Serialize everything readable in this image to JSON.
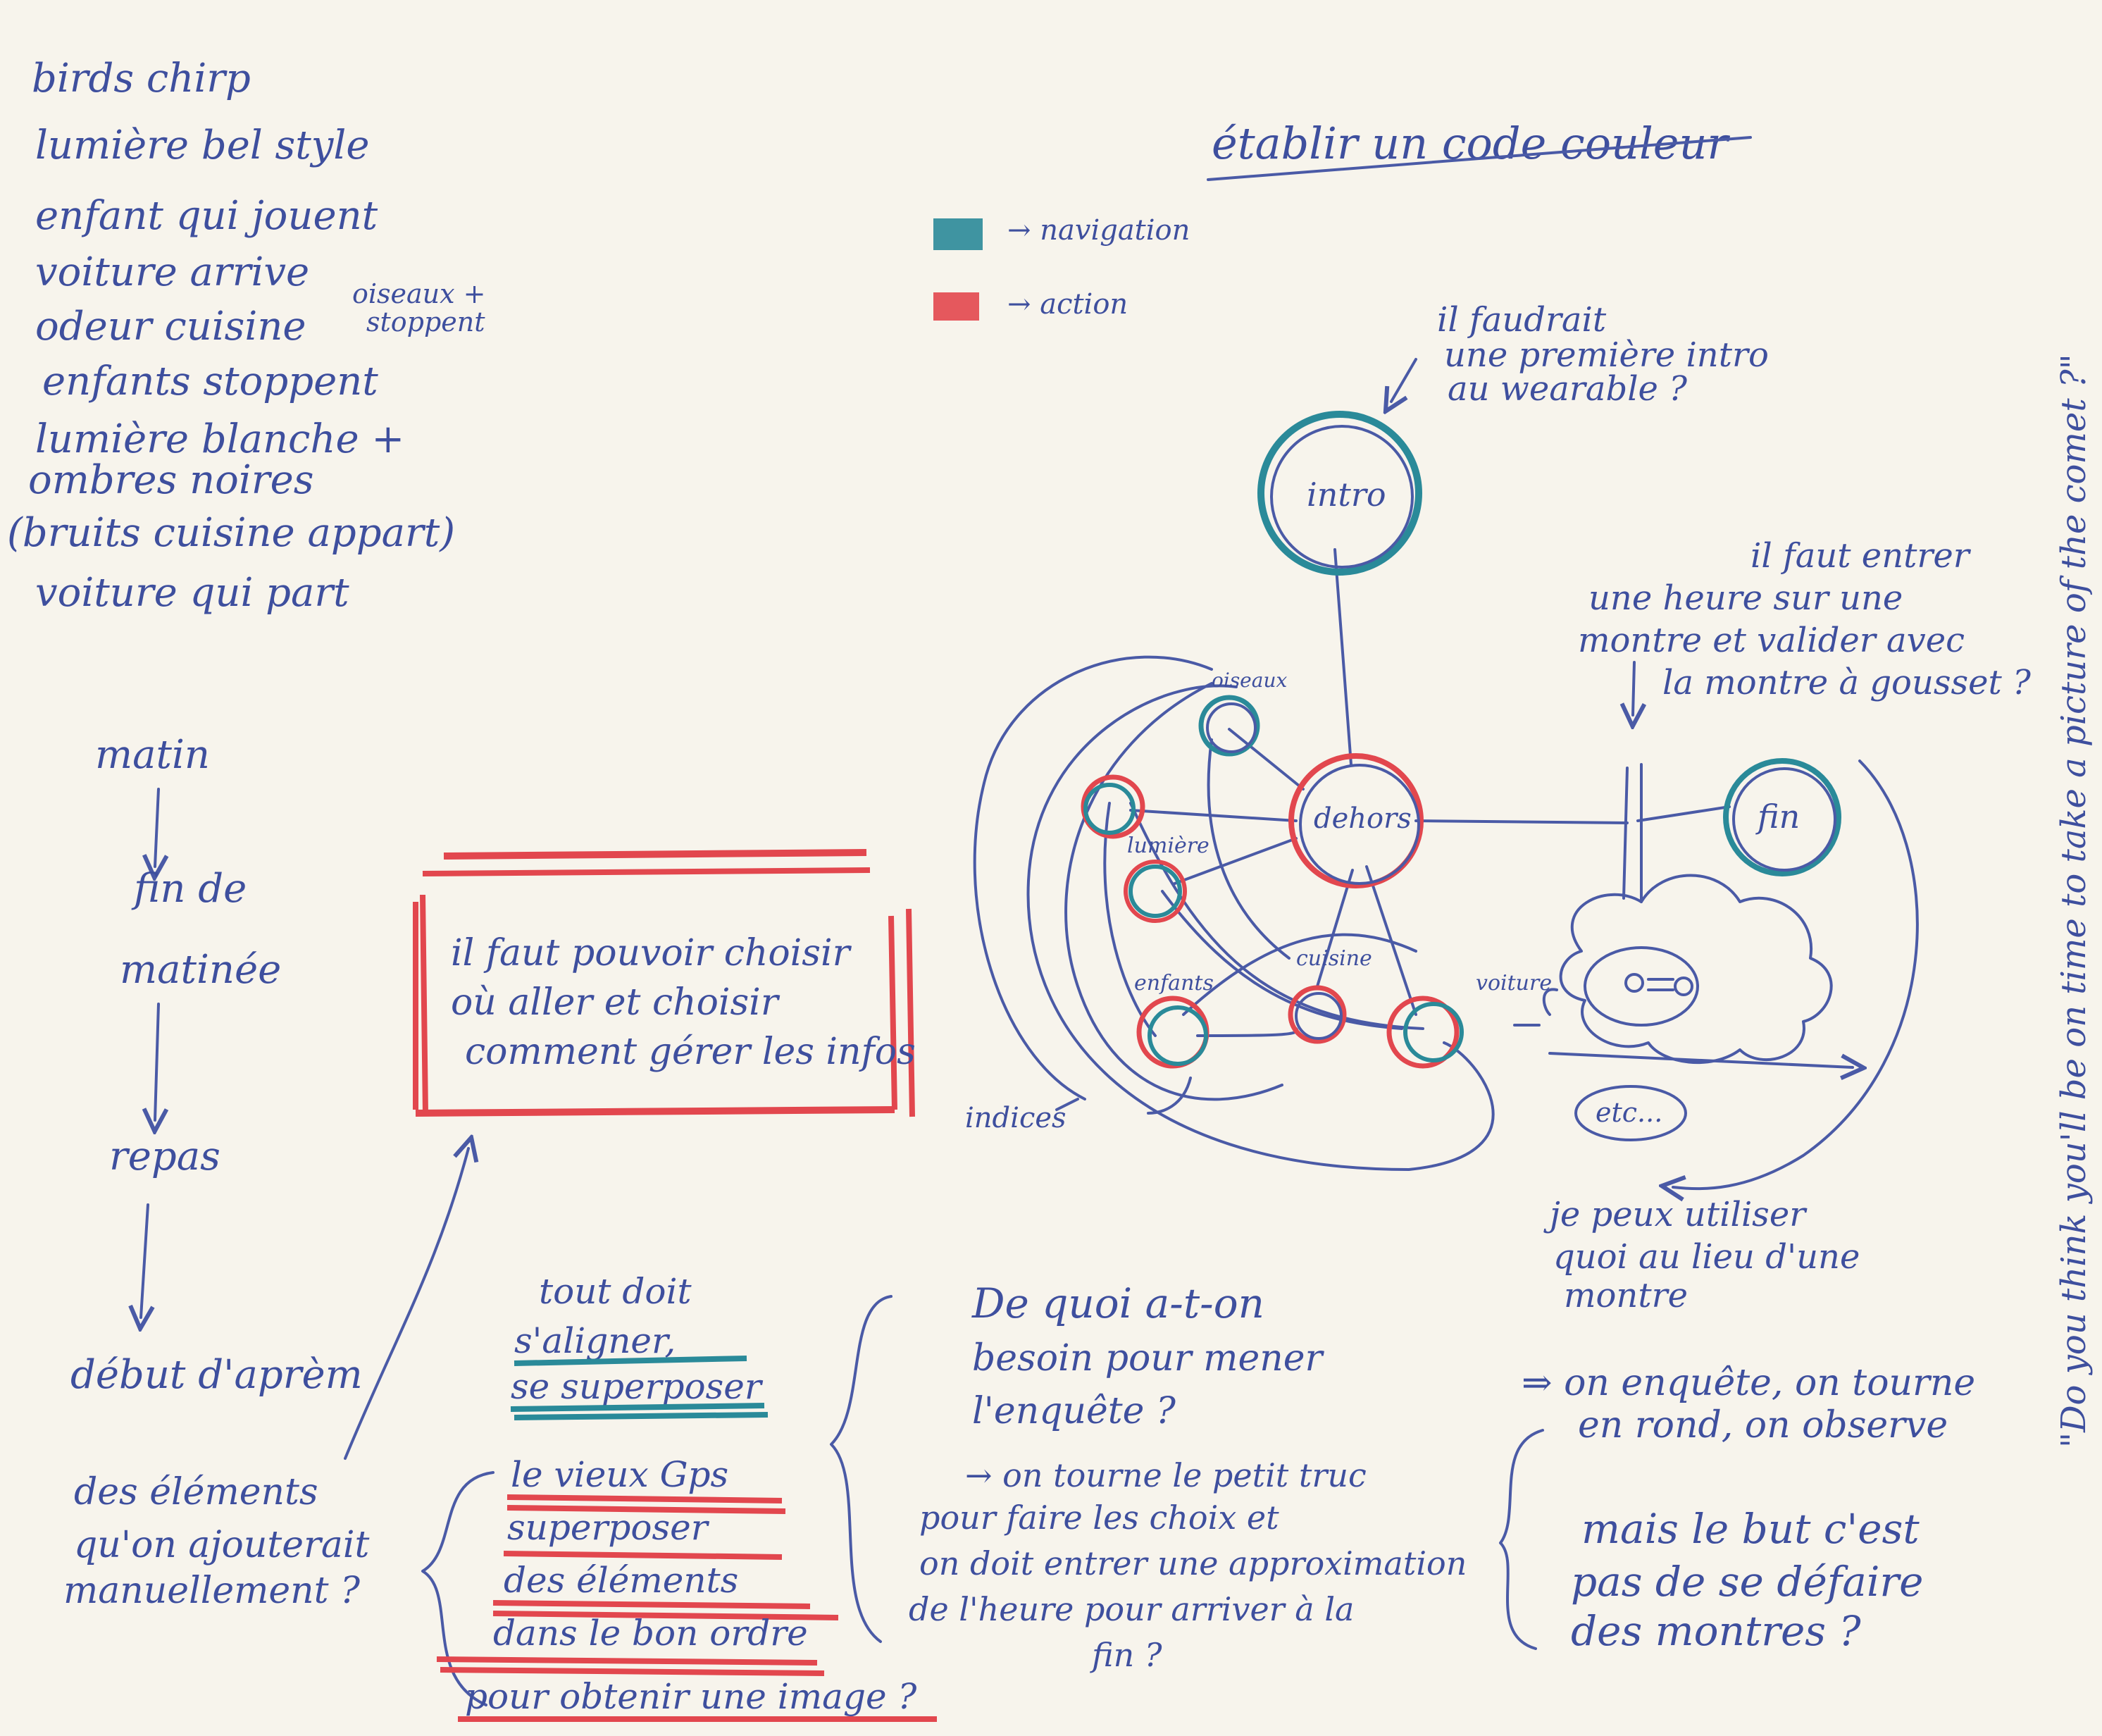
{
  "left_list": {
    "items": [
      "birds chirp",
      "lumière bel style",
      "enfant qui jouent",
      "voiture arrive",
      "odeur cuisine",
      "enfants stoppent",
      "lumière blanche +",
      "ombres noires",
      "(bruits cuisine appart)",
      "voiture qui part"
    ],
    "side_note_line1": "oiseaux +",
    "side_note_line2": "stoppent"
  },
  "timeline": {
    "steps": [
      "matin",
      "fin de",
      "matinée",
      "repas",
      "début d'aprèm"
    ]
  },
  "manual_note": {
    "lines": [
      "des éléments",
      "qu'on ajouterait",
      "manuellement ?"
    ]
  },
  "red_box": {
    "lines": [
      "il faut pouvoir choisir",
      "où aller et choisir",
      "comment gérer les infos"
    ]
  },
  "title": "établir un code couleur",
  "legend": [
    {
      "color": "#2a8a99",
      "label": "→ navigation"
    },
    {
      "color": "#e2474e",
      "label": "→ action"
    }
  ],
  "note_intro": {
    "lines": [
      "il faudrait",
      "une première intro",
      "au wearable ?"
    ]
  },
  "note_hour": {
    "lines": [
      "il faut entrer",
      "une heure sur une",
      "montre et valider avec",
      "la montre à gousset ?"
    ]
  },
  "nodes": {
    "intro": "intro",
    "dehors": "dehors",
    "fin": "fin",
    "oiseaux": "oiseaux",
    "lumiere": "lumière",
    "enfants": "enfants",
    "cuisine": "cuisine",
    "voiture": "voiture",
    "indices": "indices",
    "etc": "etc..."
  },
  "note_utiliser": {
    "lines": [
      "je peux utiliser",
      "quoi au lieu d'une",
      "montre"
    ]
  },
  "note_align": {
    "lines": [
      "tout doit",
      "s'aligner,",
      "se superposer"
    ]
  },
  "note_gps": {
    "lines": [
      "le vieux Gps",
      "superposer",
      "des éléments",
      "dans le bon ordre",
      "pour obtenir une image ?"
    ]
  },
  "note_besoin": {
    "lines": [
      "De quoi a-t-on",
      "besoin pour mener",
      "l'enquête ?",
      "→ on tourne le petit truc",
      "pour faire les choix et",
      "on doit entrer une approximation",
      "de l'heure pour arriver à la",
      "fin ?"
    ]
  },
  "note_enquete": {
    "lines": [
      "⇒ on enquête, on tourne",
      "en rond, on observe",
      "mais le but c'est",
      "pas de se défaire",
      "des montres ?"
    ]
  },
  "vertical_quote": "\"Do you think you'll be on time to take a picture of the comet ?\""
}
